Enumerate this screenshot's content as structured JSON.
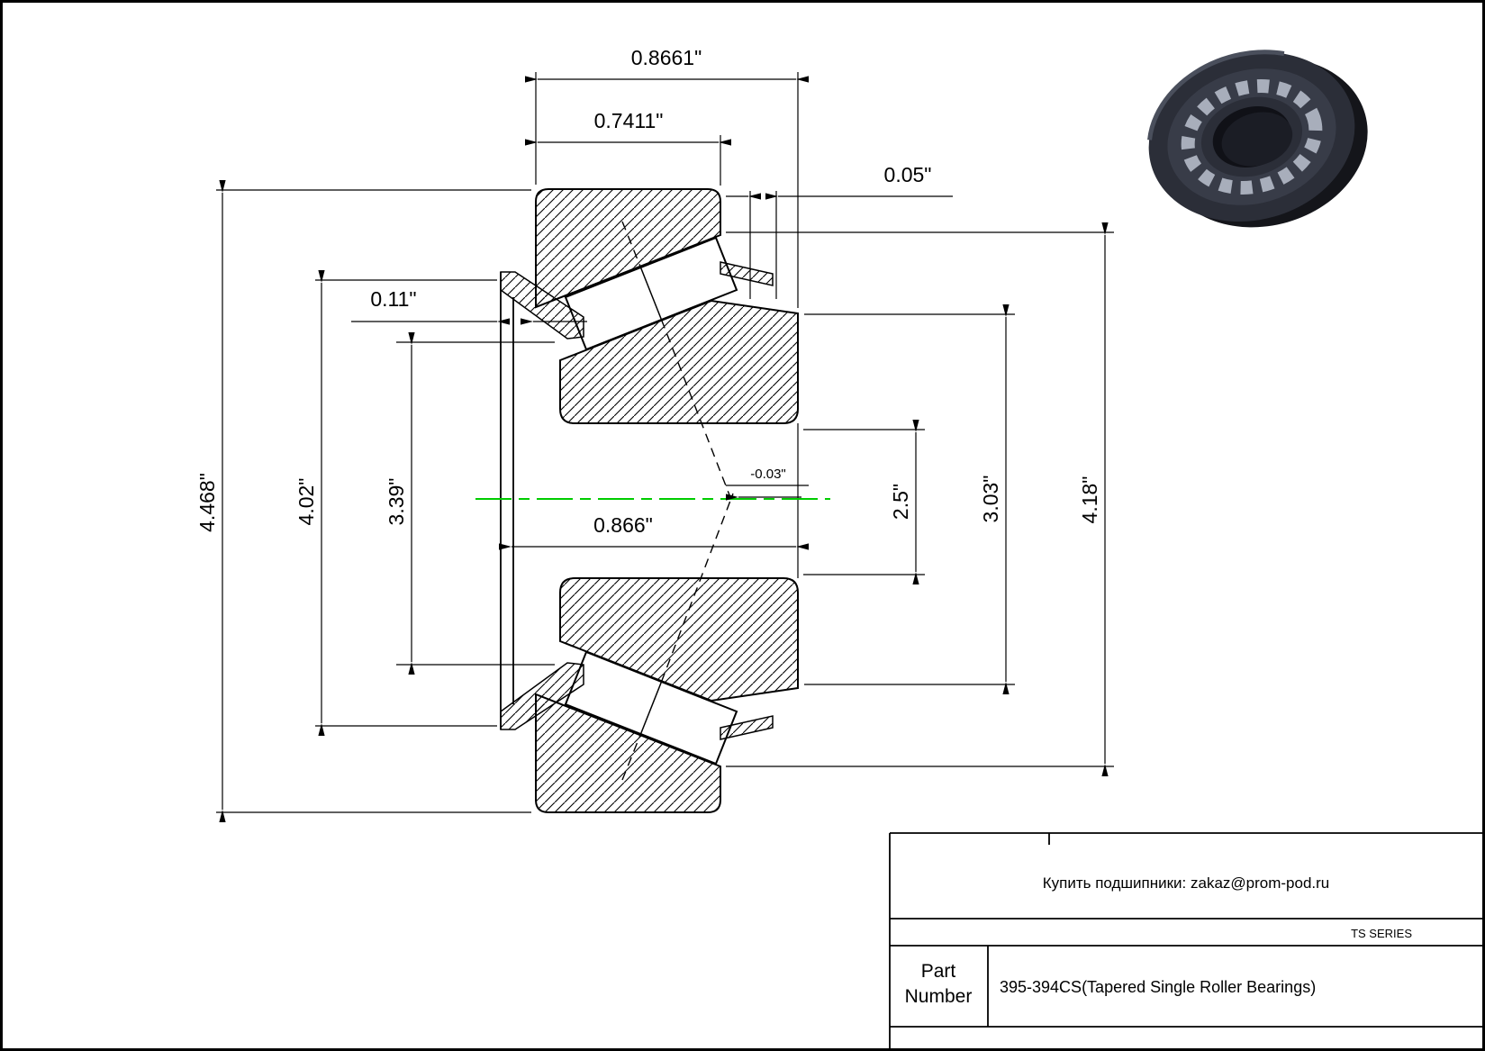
{
  "drawing": {
    "dims": {
      "d_08661": "0.8661\"",
      "d_07411": "0.7411\"",
      "d_005": "0.05\"",
      "d_011": "0.11\"",
      "d_4468": "4.468\"",
      "d_402": "4.02\"",
      "d_339": "3.39\"",
      "d_0866": "0.866\"",
      "d_minus003": "-0.03\"",
      "d_25": "2.5\"",
      "d_303": "3.03\"",
      "d_418": "4.18\""
    },
    "centerline_color": "#00cc00"
  },
  "title_block": {
    "contact": "Купить подшипники: zakaz@prom-pod.ru",
    "series": "TS SERIES",
    "part_label_line1": "Part",
    "part_label_line2": "Number",
    "part_value": "395-394CS(Tapered Single Roller Bearings)"
  }
}
